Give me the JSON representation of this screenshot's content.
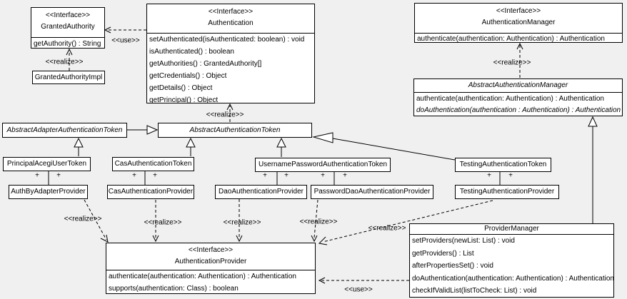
{
  "labels": {
    "realize": "<<realize>>",
    "use": "<<use>>",
    "plus": "+"
  },
  "colors": {
    "background": "#f0f0f0",
    "box_fill": "#ffffff",
    "line": "#000000"
  },
  "classes": {
    "granted_authority": {
      "stereotype": "<<Interface>>",
      "name": "GrantedAuthority",
      "methods": [
        "getAuthority() : String"
      ]
    },
    "granted_authority_impl": {
      "name": "GrantedAuthorityImpl"
    },
    "authentication": {
      "stereotype": "<<Interface>>",
      "name": "Authentication",
      "methods": [
        "setAuthenticated(isAuthenticated: boolean) : void",
        "isAuthenticated() : boolean",
        "getAuthorities() : GrantedAuthority[]",
        "getCredentials() : Object",
        "getDetails() : Object",
        "getPrincipal() : Object"
      ]
    },
    "authentication_manager": {
      "stereotype": "<<Interface>>",
      "name": "AuthenticationManager",
      "methods": [
        "authenticate(authentication: Authentication) : Authentication"
      ]
    },
    "abstract_authentication_manager": {
      "name": "AbstractAuthenticationManager",
      "methods": [
        "authenticate(authentication: Authentication) : Authentication",
        "doAuthentication(authentication : Authentication) : Authentication"
      ]
    },
    "abstract_adapter_authentication_token": {
      "name": "AbstractAdapterAuthenticationToken"
    },
    "abstract_authentication_token": {
      "name": "AbstractAuthenticationToken"
    },
    "principal_acegi_user_token": {
      "name": "PrincipalAcegiUserToken"
    },
    "cas_authentication_token": {
      "name": "CasAuthenticationToken"
    },
    "username_password_authentication_token": {
      "name": "UsernamePasswordAuthenticationToken"
    },
    "testing_authentication_token": {
      "name": "TestingAuthenticationToken"
    },
    "auth_by_adapter_provider": {
      "name": "AuthByAdapterProvider"
    },
    "cas_authentication_provider": {
      "name": "CasAuthenticationProvider"
    },
    "dao_authentication_provider": {
      "name": "DaoAuthenticationProvider"
    },
    "password_dao_authentication_provider": {
      "name": "PasswordDaoAuthenticationProvider"
    },
    "testing_authentication_provider": {
      "name": "TestingAuthenticationProvider"
    },
    "authentication_provider": {
      "stereotype": "<<Interface>>",
      "name": "AuthenticationProvider",
      "methods": [
        "authenticate(authentication: Authentication) : Authentication",
        "supports(authentication: Class) : boolean"
      ]
    },
    "provider_manager": {
      "name": "ProviderManager",
      "methods": [
        "setProviders(newList: List) : void",
        "getProviders() : List",
        "afterPropertiesSet() : void",
        "doAuthentication(authentication: Authentication) : Authentication",
        "checkIfValidList(listToCheck: List) : void"
      ]
    }
  }
}
